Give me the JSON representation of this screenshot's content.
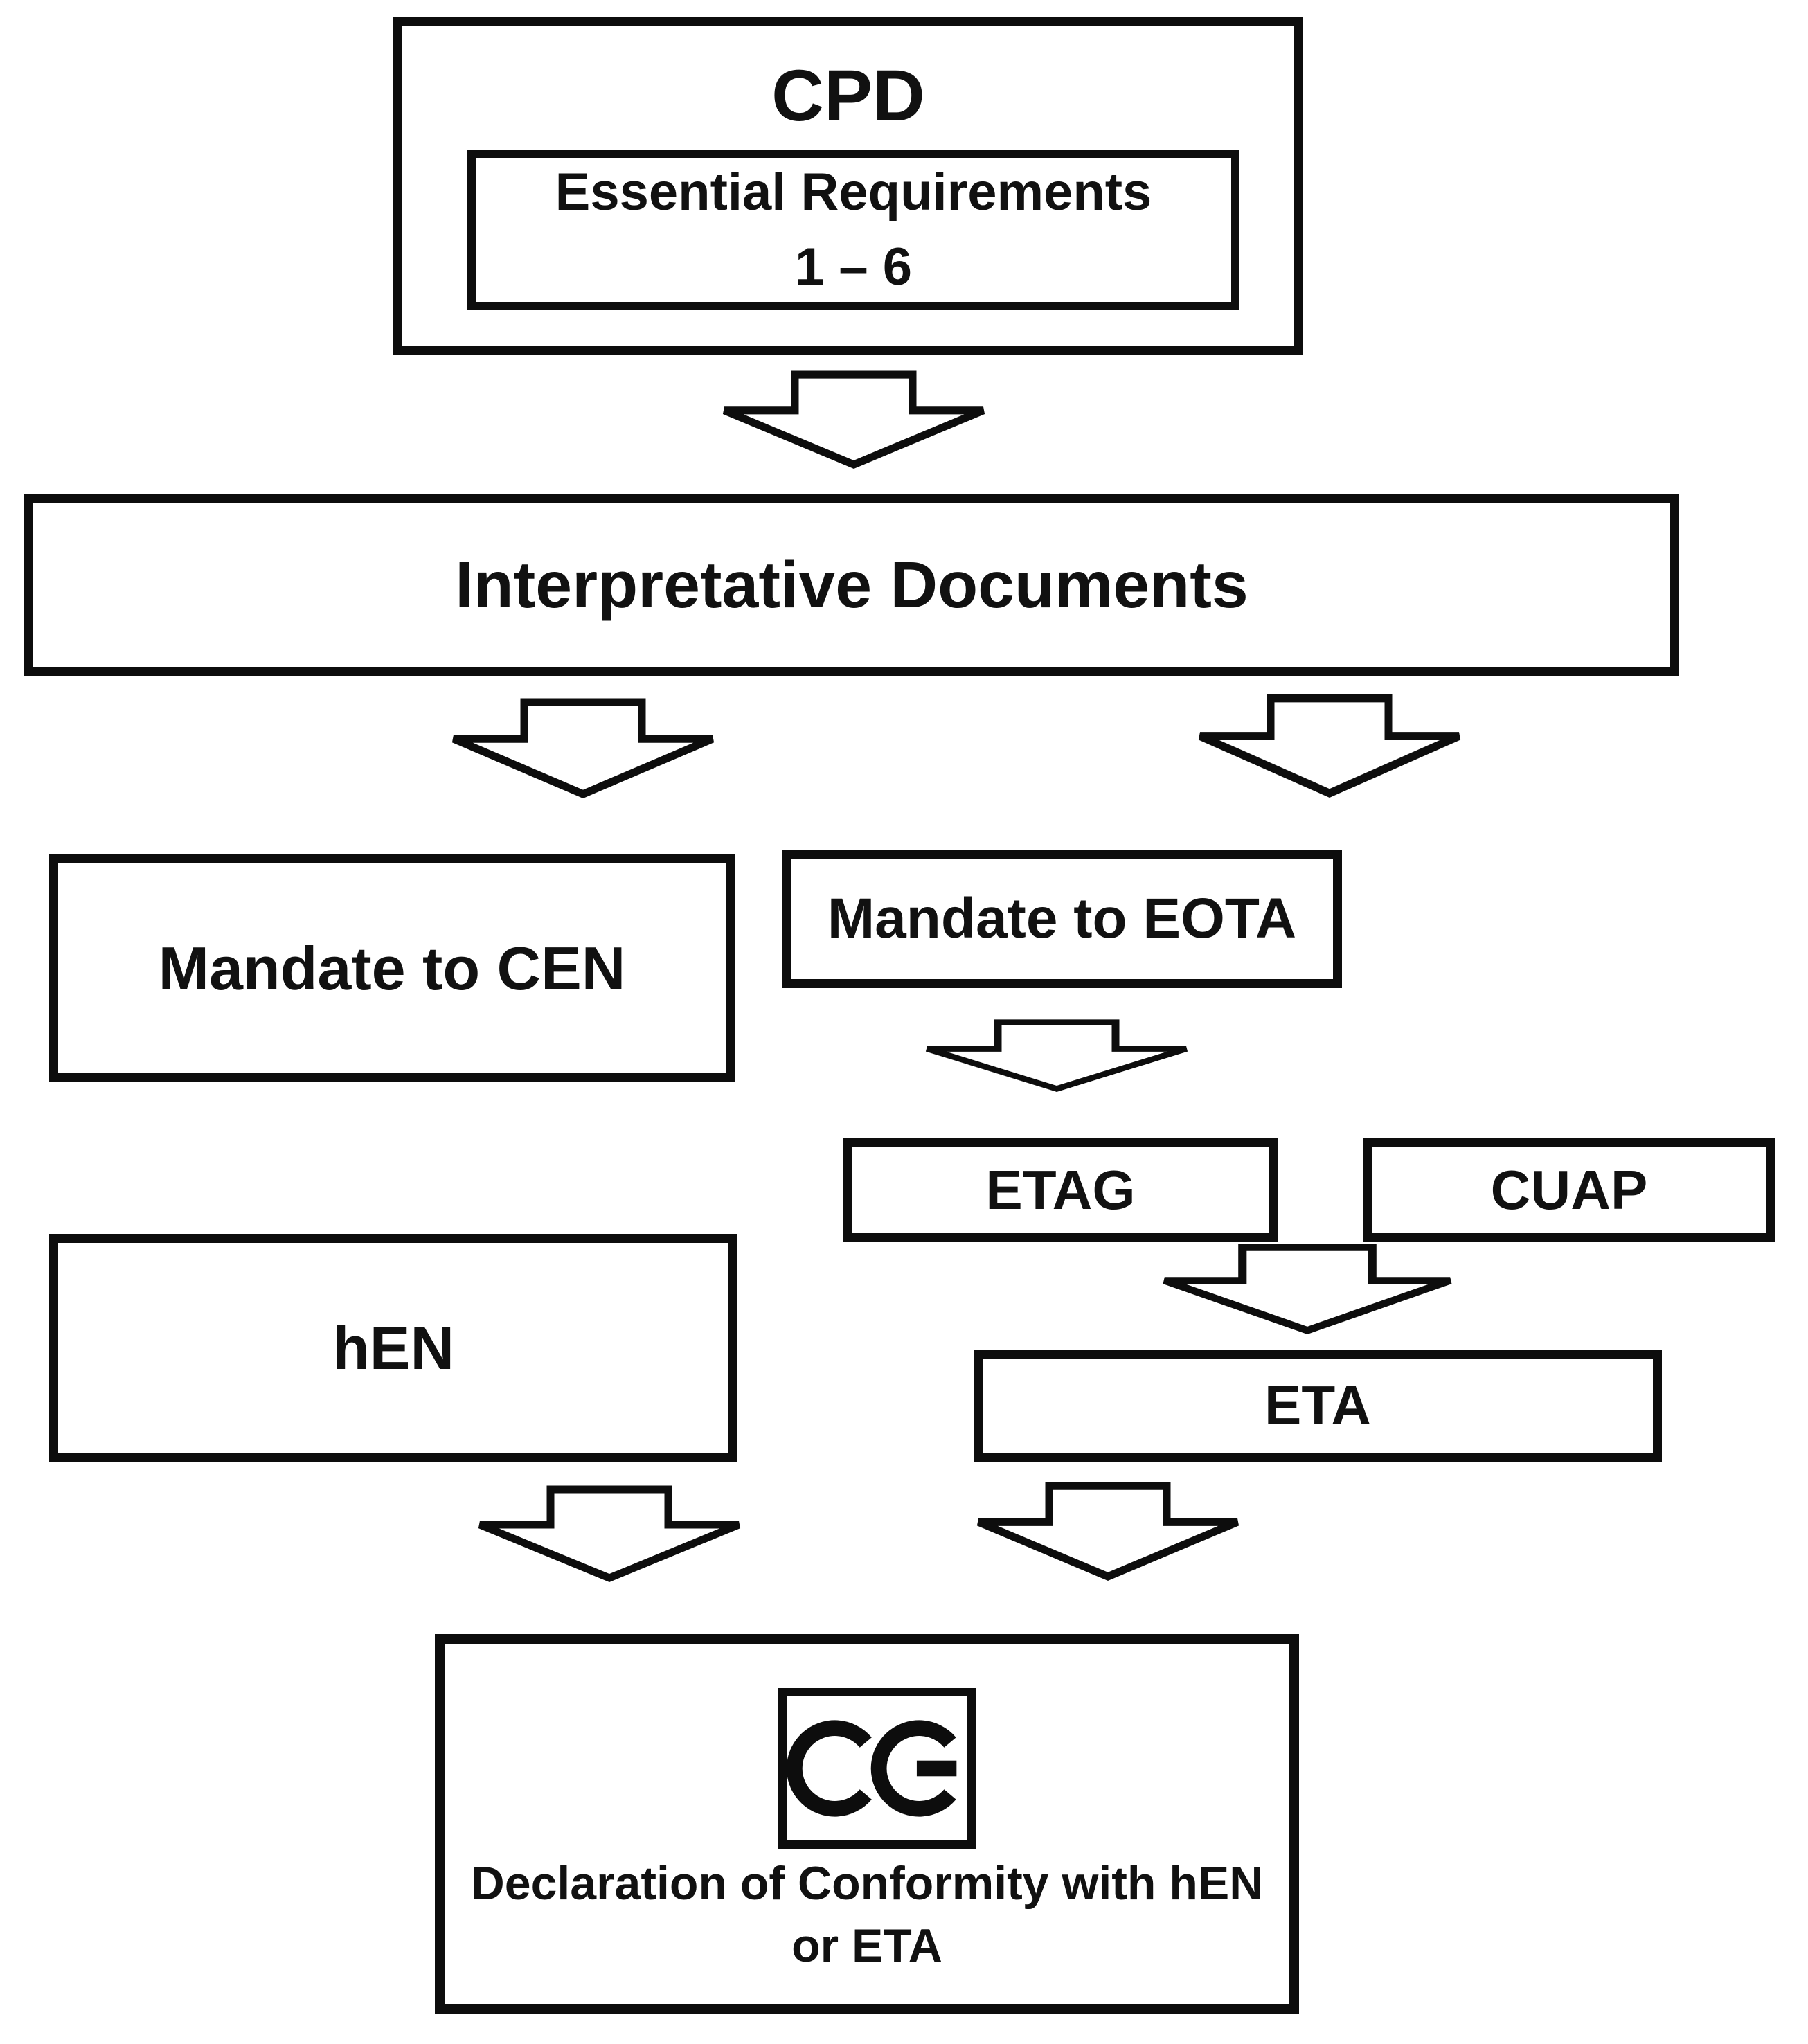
{
  "page": {
    "background": "#ffffff",
    "ink_color": "#0d0d0d"
  },
  "flowchart": {
    "cpd": {
      "title": "CPD",
      "essential_requirements": {
        "line1": "Essential Requirements",
        "line2": "1 – 6"
      }
    },
    "interpretative_documents": {
      "label": "Interpretative Documents"
    },
    "mandate_cen": {
      "label": "Mandate to CEN"
    },
    "mandate_eota": {
      "label": "Mandate to EOTA"
    },
    "etag": {
      "label": "ETAG"
    },
    "cuap": {
      "label": "CUAP"
    },
    "hen": {
      "label": "hEN"
    },
    "eta": {
      "label": "ETA"
    },
    "declaration": {
      "line1": "Declaration of Conformity with hEN",
      "line2": "or ETA",
      "ce_mark": "CE"
    },
    "edges": [
      {
        "from": "CPD",
        "to": "Interpretative Documents"
      },
      {
        "from": "Interpretative Documents",
        "to": "Mandate to CEN"
      },
      {
        "from": "Interpretative Documents",
        "to": "Mandate to EOTA"
      },
      {
        "from": "Mandate to EOTA",
        "to": "ETAG"
      },
      {
        "from": "ETAG / CUAP",
        "to": "ETA"
      },
      {
        "from": "Mandate to CEN",
        "to": "hEN"
      },
      {
        "from": "hEN",
        "to": "Declaration of Conformity with hEN or ETA"
      },
      {
        "from": "ETA",
        "to": "Declaration of Conformity with hEN or ETA"
      }
    ]
  }
}
